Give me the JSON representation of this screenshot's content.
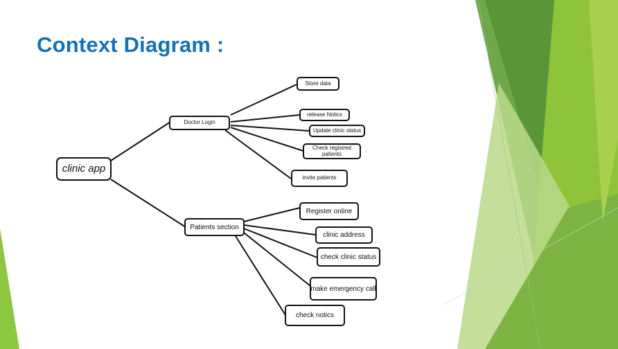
{
  "slide": {
    "title": "Context Diagram :"
  },
  "diagram": {
    "root": "clinic app",
    "branches": [
      {
        "label": "Doctor Login",
        "children": [
          "Store data",
          "release Notics",
          "Update clinic status",
          "Check registred patients",
          "invite patients"
        ]
      },
      {
        "label": "Patients section",
        "children": [
          "Register online",
          "clinic address",
          "check clinic status",
          "make emergency call",
          "check notics"
        ]
      }
    ]
  },
  "theme": {
    "title_color": "#1670b8",
    "accent_green": "#8dc63f",
    "dark_green": "#4f8f2c"
  }
}
